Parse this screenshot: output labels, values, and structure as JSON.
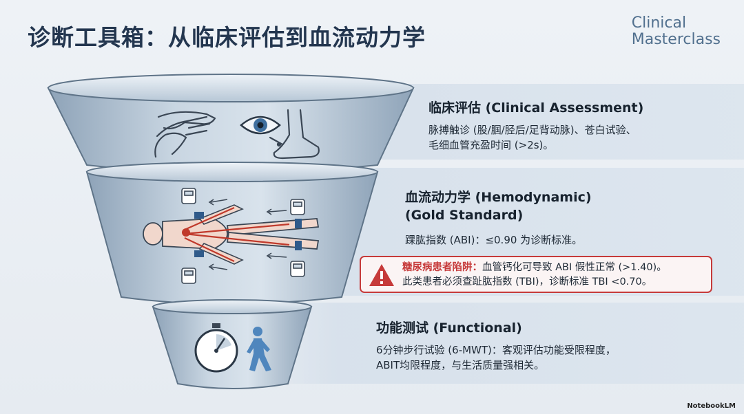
{
  "title": "诊断工具箱：从临床评估到血流动力学",
  "brand": {
    "line1": "Clinical",
    "line2": "Masterclass"
  },
  "tiers": [
    {
      "heading": "临床评估 (Clinical Assessment)",
      "lines": [
        "脉搏触诊 (股/腘/胫后/足背动脉)、苍白试验、",
        "毛细血管充盈时间 (>2s)。"
      ],
      "icons": [
        "pulse-palpation-hands-icon",
        "eye-icon",
        "foot-icon"
      ]
    },
    {
      "heading_line1": "血流动力学 (Hemodynamic)",
      "heading_line2": "(Gold Standard)",
      "lines": [
        "踝肱指数 (ABI)：≤0.90 为诊断标准。"
      ],
      "icons": [
        "abi-measurement-body-icon",
        "blood-pressure-monitor-icon"
      ],
      "warning": {
        "label": "糖尿病患者陷阱：",
        "line1_rest": "血管钙化可导致 ABI 假性正常 (>1.40)。",
        "line2": "此类患者必须查趾肱指数 (TBI)，诊断标准 TBI <0.70。",
        "icon": "warning-triangle-icon"
      }
    },
    {
      "heading": "功能测试 (Functional)",
      "lines": [
        "6分钟步行试验 (6-MWT)：客观评估功能受限程度，",
        "ABIT均限程度，与生活质量强相关。"
      ],
      "icons": [
        "stopwatch-icon",
        "walking-person-icon"
      ]
    }
  ],
  "footer": {
    "logo_text": "NotebookLM"
  },
  "colors": {
    "title": "#23364f",
    "warning": "#c63a3a",
    "funnel": "#a9bccf"
  }
}
